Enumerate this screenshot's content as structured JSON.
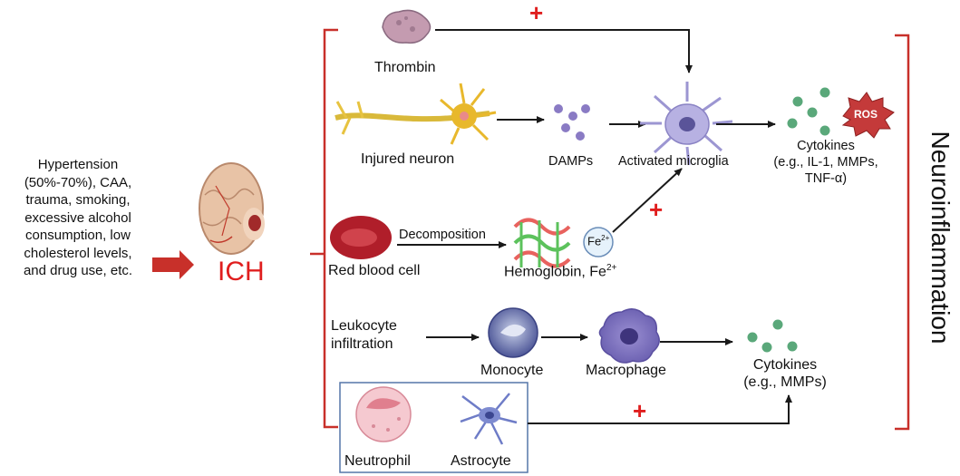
{
  "causes": [
    "Hypertension",
    "(50%-70%), CAA,",
    "trauma, smoking,",
    "excessive alcohol",
    "consumption, low",
    "cholesterol levels,",
    "and drug use, etc."
  ],
  "ich": "ICH",
  "labels": {
    "thrombin": "Thrombin",
    "injured_neuron": "Injured neuron",
    "damps": "DAMPs",
    "activated_microglia": "Activated microglia",
    "cytokines1": "Cytokines",
    "cytokines1_examples_line1": "(e.g., IL-1, MMPs,",
    "cytokines1_examples_line2": "TNF-α)",
    "ros": "ROS",
    "decomposition": "Decomposition",
    "red_blood_cell": "Red blood cell",
    "hemoglobin": "Hemoglobin, Fe",
    "hemoglobin_sup": "2+",
    "fe": "Fe",
    "fe_sup": "2+",
    "leukocyte_line1": "Leukocyte",
    "leukocyte_line2": "infiltration",
    "monocyte": "Monocyte",
    "macrophage": "Macrophage",
    "cytokines2": "Cytokines",
    "cytokines2_examples": "(e.g., MMPs)",
    "neutrophil": "Neutrophil",
    "astrocyte": "Astrocyte",
    "neuroinflammation": "Neuroinflammation",
    "plus": "+"
  },
  "colors": {
    "red": "#e01e1e",
    "bracket": "#c8302a",
    "arrow": "#1a1a1a",
    "dot_purple": "#8a7bc4",
    "dot_green": "#5aa87a",
    "box_border": "#5577a8"
  }
}
